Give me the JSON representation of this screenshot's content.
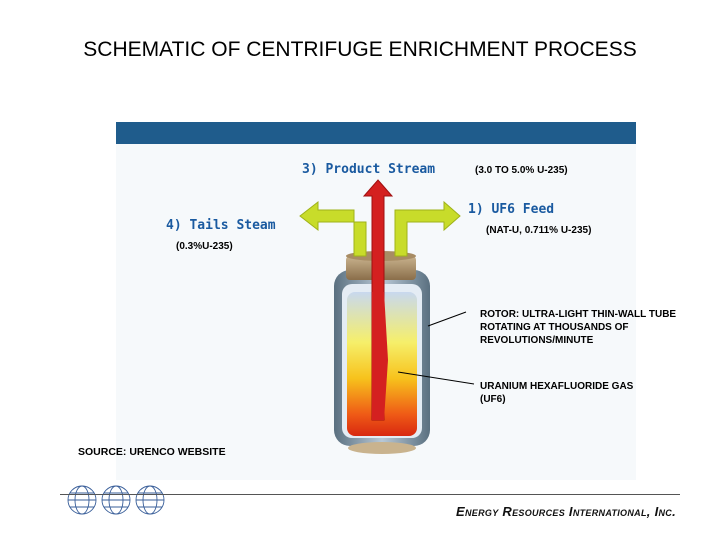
{
  "title": "SCHEMATIC OF CENTRIFUGE ENRICHMENT PROCESS",
  "streams": {
    "product": {
      "label": "3) Product Stream",
      "assay": "(3.0 TO 5.0% U-235)"
    },
    "feed": {
      "label": "1) UF6 Feed",
      "assay": "(NAT-U, 0.711% U-235)"
    },
    "tails": {
      "label": "4) Tails Steam",
      "assay": "(0.3%U-235)"
    }
  },
  "callouts": {
    "rotor": "ROTOR: ULTRA-LIGHT THIN-WALL TUBE ROTATING AT THOUSANDS OF REVOLUTIONS/MINUTE",
    "gas": "URANIUM HEXAFLUORIDE GAS (UF6)"
  },
  "source": "SOURCE: URENCO WEBSITE",
  "footer": {
    "company": "Energy Resources International, Inc."
  },
  "colors": {
    "header_bar": "#1f5c8c",
    "product_arrow": "#d42020",
    "side_arrows": "#c8dc2a",
    "label_blue": "#1a5aa0"
  },
  "icons": {
    "logo": "globe-mesh-logo"
  }
}
